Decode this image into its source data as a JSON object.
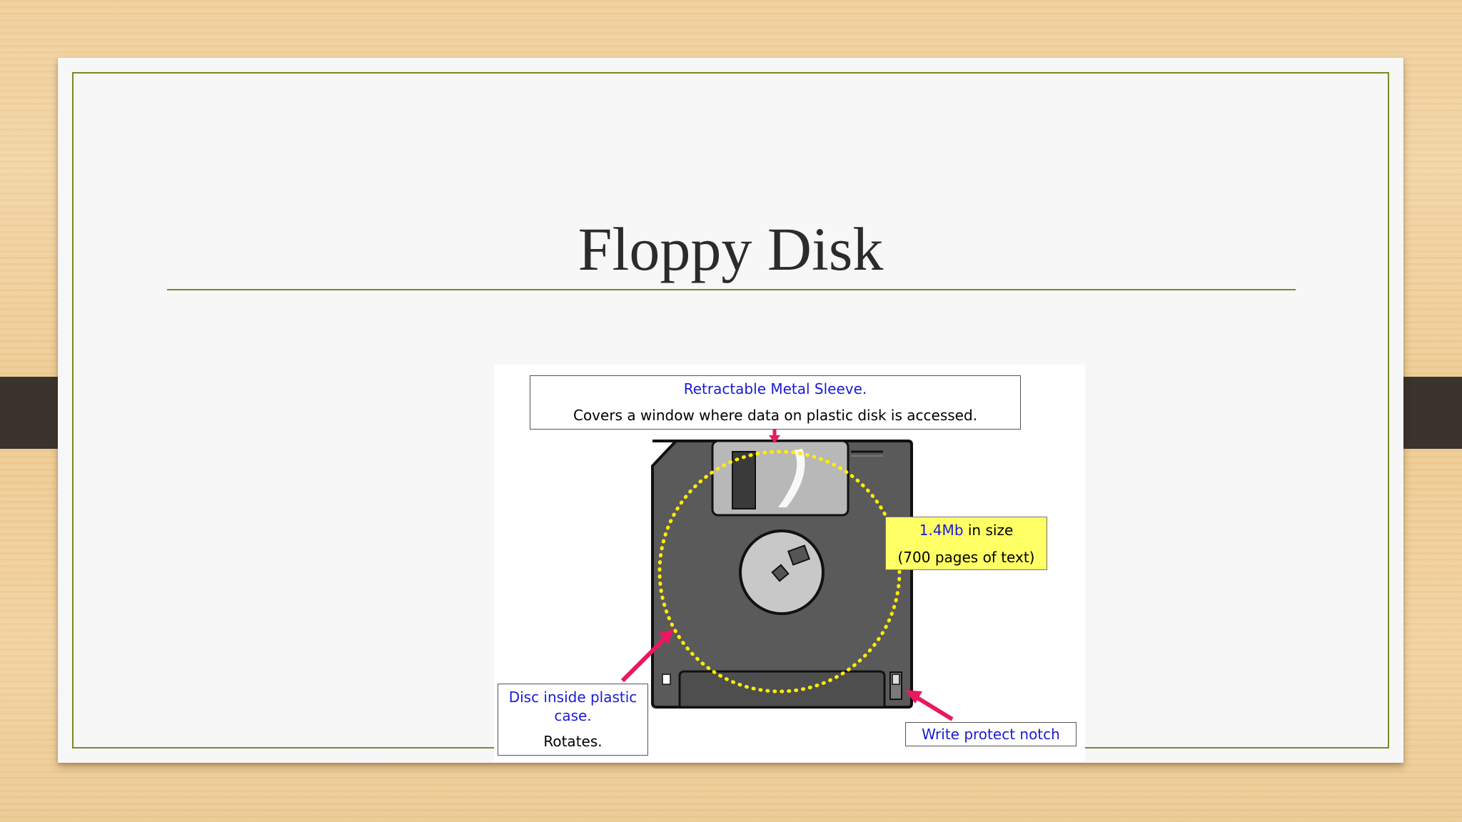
{
  "slide": {
    "title": "Floppy Disk"
  },
  "figure": {
    "sleeve_label": {
      "heading": "Retractable Metal Sleeve.",
      "text": "Covers a window where data on plastic disk is accessed."
    },
    "size_label": {
      "heading_value": "1.4Mb",
      "heading_rest": " in size",
      "text": "(700 pages of text)"
    },
    "disc_label": {
      "heading": "Disc inside plastic case.",
      "text": "Rotates."
    },
    "write_protect_label": {
      "heading": "Write protect notch"
    }
  },
  "colors": {
    "accent_line": "#7a8a26",
    "label_blue": "#1a1ad6",
    "highlight_yellow": "#ffff66",
    "arrow_pink": "#e8195f",
    "disk_body": "#5a5a5a"
  }
}
